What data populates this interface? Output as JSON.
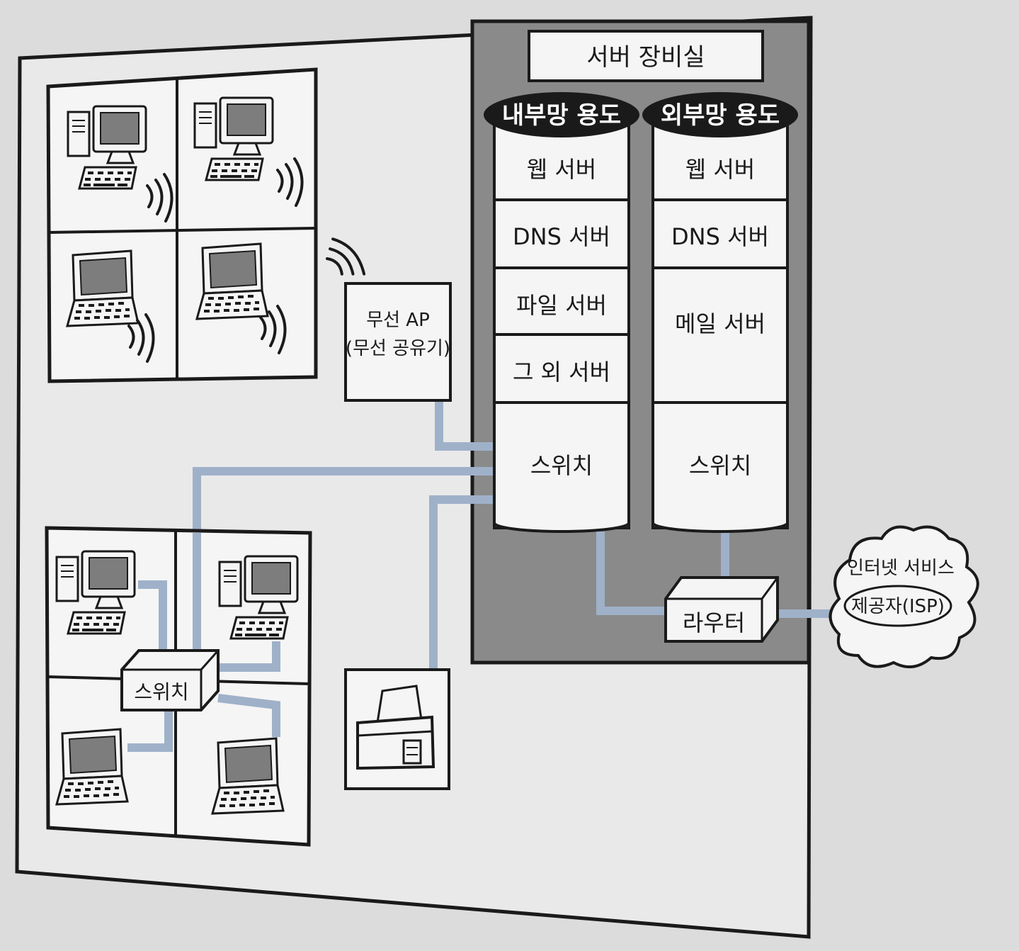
{
  "server_room": {
    "title": "서버 장비실",
    "internal": {
      "label": "내부망 용도",
      "servers": [
        "웹 서버",
        "DNS 서버",
        "파일 서버",
        "그 외 서버"
      ],
      "switch": "스위치"
    },
    "external": {
      "label": "외부망 용도",
      "servers": [
        "웹 서버",
        "DNS 서버",
        "메일 서버"
      ],
      "switch": "스위치"
    }
  },
  "router": "라우터",
  "isp": {
    "line1": "인터넷 서비스",
    "line2": "제공자(ISP)"
  },
  "wireless_ap": {
    "line1": "무선 AP",
    "line2": "(무선 공유기)"
  },
  "office_switch": "스위치",
  "colors": {
    "page": "#e9e9e9",
    "background": "#dcdcdc",
    "server_room": "#8a8a8a",
    "cable": "#9fb1c9",
    "box": "#f5f5f5",
    "screen": "#7d7d7d",
    "ink": "#1a1a1a"
  },
  "icons": [
    "desktop-computer-icon",
    "laptop-icon",
    "wifi-waves-icon",
    "printer-icon",
    "cloud-icon"
  ]
}
